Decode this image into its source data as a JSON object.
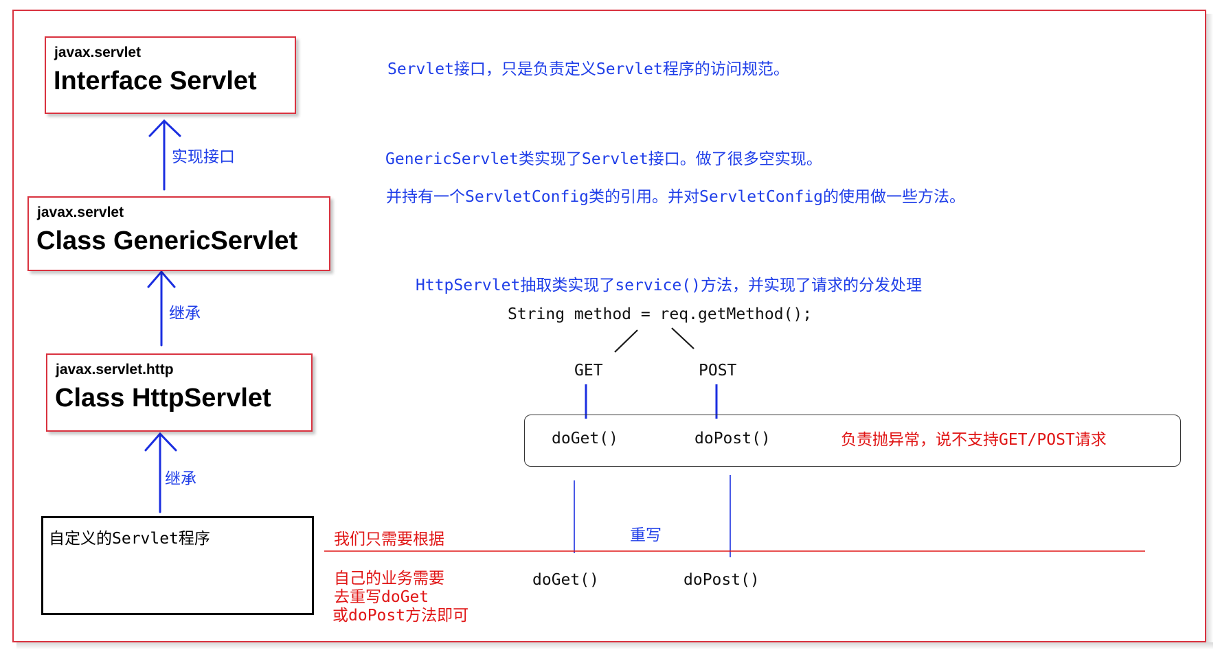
{
  "classes": {
    "servlet": {
      "package": "javax.servlet",
      "name": "Interface Servlet"
    },
    "generic": {
      "package": "javax.servlet",
      "name": "Class GenericServlet"
    },
    "http": {
      "package": "javax.servlet.http",
      "name": "Class HttpServlet"
    },
    "custom": {
      "name": "自定义的Servlet程序"
    }
  },
  "relations": {
    "implements": "实现接口",
    "extends_1": "继承",
    "extends_2": "继承"
  },
  "notes": {
    "servlet": "Servlet接口，只是负责定义Servlet程序的访问规范。",
    "generic_1": "GenericServlet类实现了Servlet接口。做了很多空实现。",
    "generic_2": "并持有一个ServletConfig类的引用。并对ServletConfig的使用做一些方法。",
    "http": "HttpServlet抽取类实现了service()方法，并实现了请求的分发处理",
    "code": "String method = req.getMethod();",
    "get": "GET",
    "post": "POST",
    "doget": "doGet()",
    "dopost": "doPost()",
    "exception": "负责抛异常，说不支持GET/POST请求",
    "override": "重写",
    "custom_doget": "doGet()",
    "custom_dopost": "doPost()",
    "we_only_need": "我们只需要根据",
    "own_business": "自己的业务需要",
    "override_doget": "去重写doGet",
    "or_dopost": "或doPost方法即可"
  },
  "colors": {
    "frame": "#d9323f",
    "blue_text": "#1f3ee8",
    "red_text": "#e01616",
    "arrow": "#1a2ee0"
  }
}
